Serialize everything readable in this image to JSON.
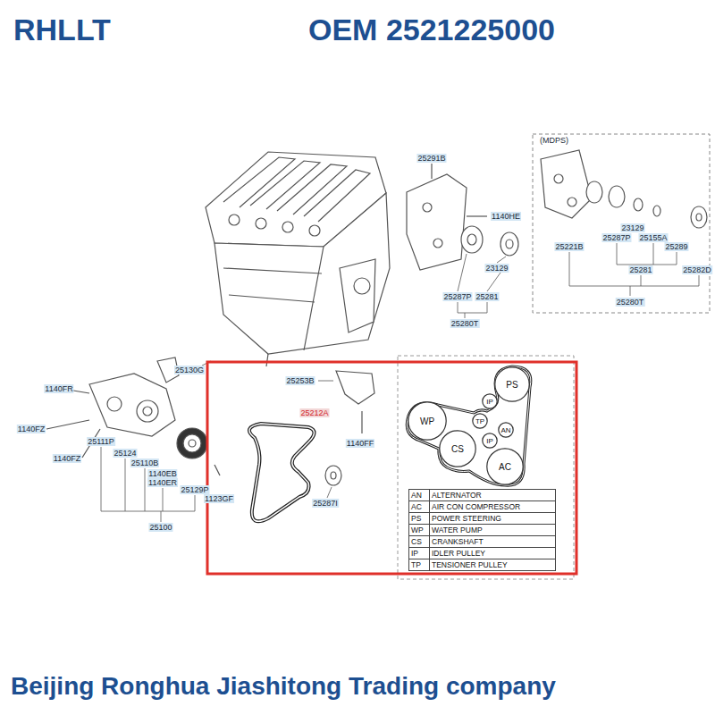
{
  "diagram": {
    "title": "RHLLT",
    "caption": "Beijing Ronghua Jiashitong Trading company",
    "nodes": [
      {
        "text": [
          "PS"
        ]
      },
      {
        "text": [
          "IP"
        ]
      },
      {
        "text": [
          "WP"
        ]
      },
      {
        "text": [
          "TP"
        ]
      },
      {
        "text": [
          "AN"
        ]
      },
      {
        "text": [
          "IP"
        ]
      },
      {
        "text": [
          "CS"
        ]
      },
      {
        "text": [
          "AC"
        ]
      }
    ],
    "labels": [
      "OEM 2521225000",
      "25291B",
      "(MDPS)",
      "1140HE",
      "23129",
      "25287P",
      "25281",
      "25280T",
      "23129",
      "25287P",
      "25155A",
      "25221B",
      "25289",
      "25281",
      "25282D",
      "25280T",
      "25130G",
      "25253B",
      "1140FR",
      "25212A",
      "1140FZ",
      "1140FF",
      "25111P",
      "25124",
      "1140FZ",
      "25110B",
      "1140EB",
      "1140ER",
      "25129P",
      "1123GF",
      "25287I",
      "25100",
      "AN",
      "ALTERNATOR",
      "AC",
      "AIR CON COMPRESSOR",
      "PS",
      "POWER STEERING",
      "WP",
      "WATER PUMP",
      "CS",
      "CRANKSHAFT",
      "IP",
      "IDLER PULLEY",
      "TP",
      "TENSIONER PULLEY"
    ]
  }
}
